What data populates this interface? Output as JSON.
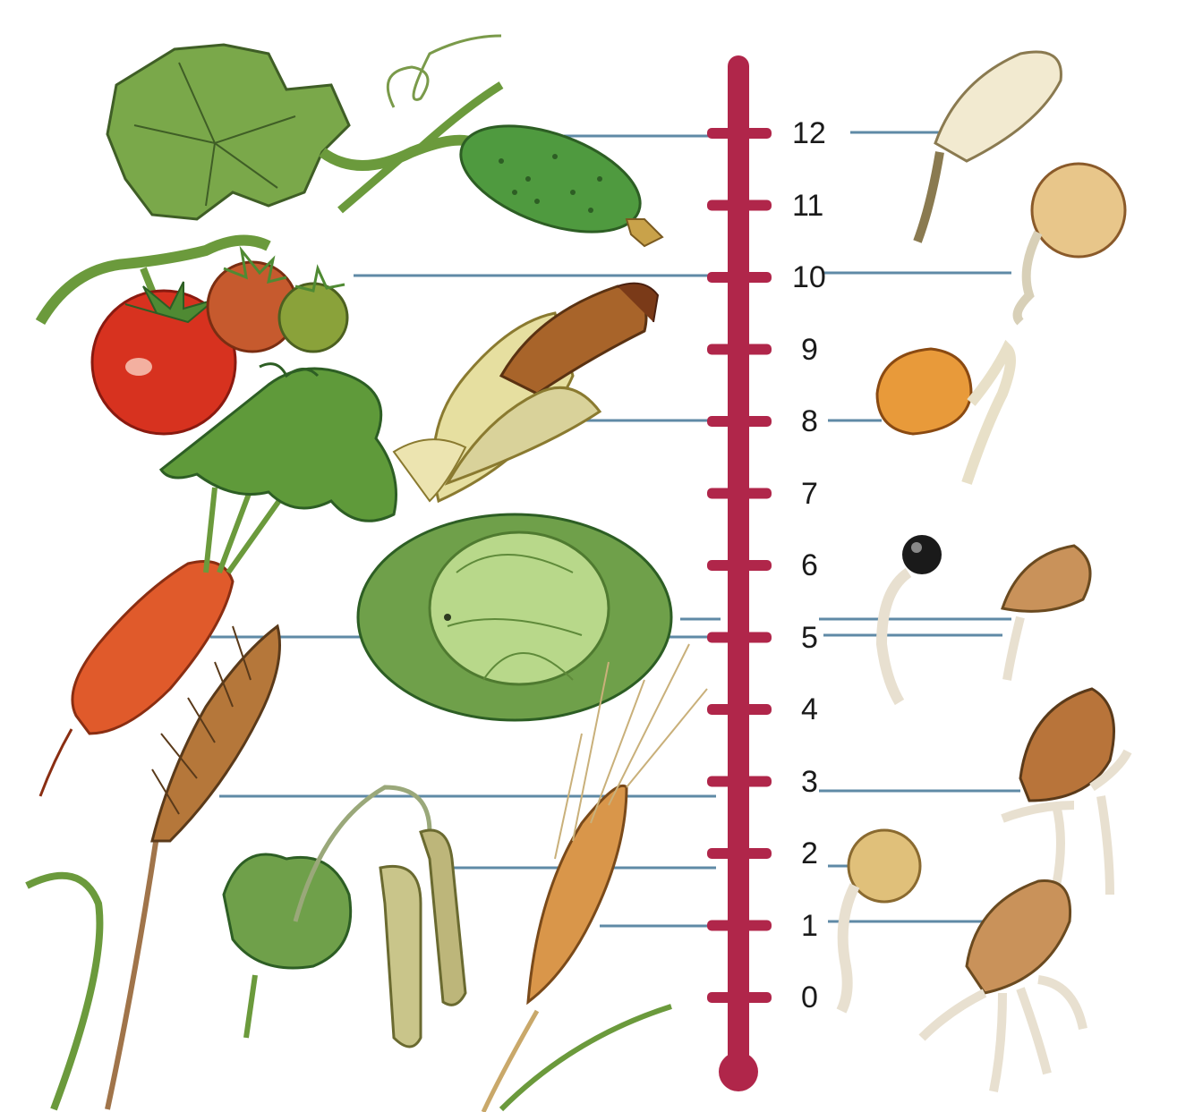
{
  "scale": {
    "ticks": [
      "0",
      "1",
      "2",
      "3",
      "4",
      "5",
      "6",
      "7",
      "8",
      "9",
      "10",
      "11",
      "12"
    ],
    "bar_color": "#b0264a",
    "guide_line_color": "#5f8aa6"
  },
  "illustrations": [
    {
      "name": "cucumber-plant",
      "temperature": 12
    },
    {
      "name": "tomato-plant",
      "temperature": 10
    },
    {
      "name": "corn-cob",
      "temperature": 8
    },
    {
      "name": "cabbage",
      "temperature": 5
    },
    {
      "name": "carrot",
      "temperature": 5
    },
    {
      "name": "rye-ear",
      "temperature": 3
    },
    {
      "name": "pea-plant",
      "temperature": 2
    },
    {
      "name": "wheat-ear",
      "temperature": 1
    }
  ],
  "seedlings": [
    {
      "name": "cucumber-seedling",
      "temperature": 12
    },
    {
      "name": "tomato-seedling",
      "temperature": 10
    },
    {
      "name": "corn-seedling",
      "temperature": 8
    },
    {
      "name": "cabbage-seedling",
      "temperature": 5
    },
    {
      "name": "carrot-seedling",
      "temperature": 5
    },
    {
      "name": "rye-seedling",
      "temperature": 3
    },
    {
      "name": "pea-seedling",
      "temperature": 2
    },
    {
      "name": "wheat-seedling",
      "temperature": 1
    }
  ]
}
